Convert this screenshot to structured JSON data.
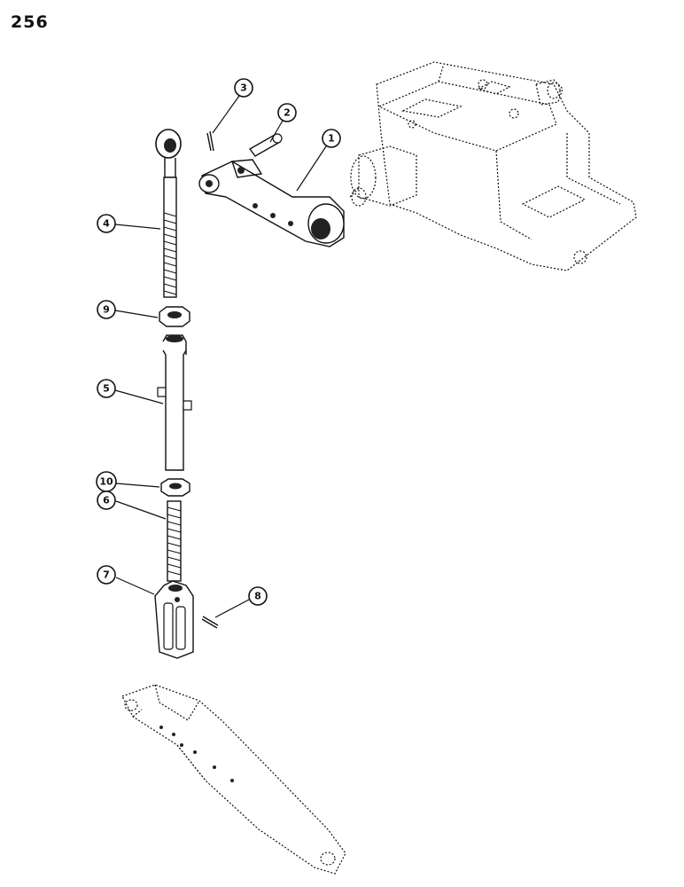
{
  "page": {
    "number": "256"
  },
  "callouts": [
    {
      "label": "1",
      "part": "lift-arm"
    },
    {
      "label": "2",
      "part": "pin"
    },
    {
      "label": "3",
      "part": "cotter-pin"
    },
    {
      "label": "4",
      "part": "upper-link-rod"
    },
    {
      "label": "5",
      "part": "adjusting-sleeve"
    },
    {
      "label": "6",
      "part": "threaded-stud"
    },
    {
      "label": "7",
      "part": "clevis"
    },
    {
      "label": "8",
      "part": "clevis-cotter-pin"
    },
    {
      "label": "9",
      "part": "jam-nut-upper"
    },
    {
      "label": "10",
      "part": "jam-nut-lower"
    }
  ]
}
